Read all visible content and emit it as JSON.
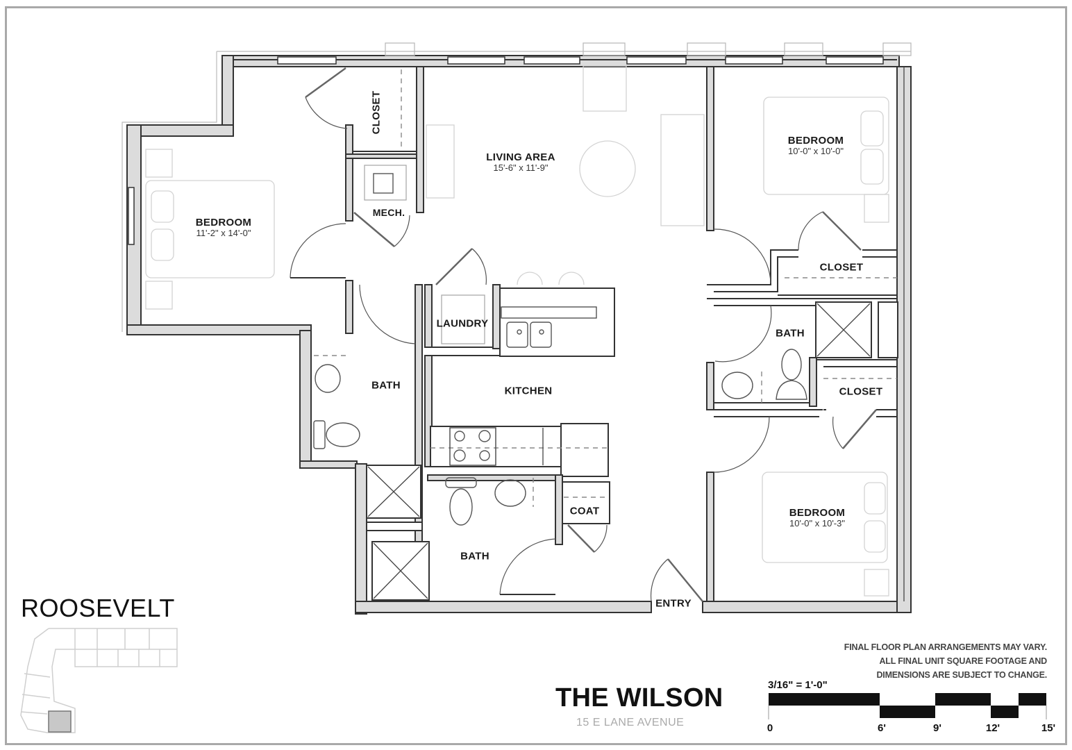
{
  "building": {
    "name": "THE WILSON",
    "address": "15 E LANE AVENUE"
  },
  "unit": {
    "name": "ROOSEVELT",
    "key_plan": {
      "highlighted_unit": "bottom-left corner unit",
      "highlight_color": "#c8c8c8"
    }
  },
  "rooms": [
    {
      "id": "bedroom-1",
      "name": "BEDROOM",
      "dimensions": "11'-2\" x 14'-0\""
    },
    {
      "id": "closet-1",
      "name": "CLOSET"
    },
    {
      "id": "mech",
      "name": "MECH."
    },
    {
      "id": "living",
      "name": "LIVING AREA",
      "dimensions": "15'-6\" x 11'-9\""
    },
    {
      "id": "bedroom-2",
      "name": "BEDROOM",
      "dimensions": "10'-0\" x 10'-0\""
    },
    {
      "id": "closet-2",
      "name": "CLOSET"
    },
    {
      "id": "bath-right",
      "name": "BATH"
    },
    {
      "id": "closet-3",
      "name": "CLOSET"
    },
    {
      "id": "bedroom-3",
      "name": "BEDROOM",
      "dimensions": "10'-0\" x 10'-3\""
    },
    {
      "id": "laundry",
      "name": "LAUNDRY"
    },
    {
      "id": "kitchen",
      "name": "KITCHEN"
    },
    {
      "id": "bath-left",
      "name": "BATH"
    },
    {
      "id": "bath-bottom",
      "name": "BATH"
    },
    {
      "id": "coat",
      "name": "COAT"
    },
    {
      "id": "entry",
      "name": "ENTRY"
    }
  ],
  "disclaimer": [
    "FINAL FLOOR PLAN ARRANGEMENTS MAY VARY.",
    "ALL FINAL UNIT SQUARE FOOTAGE AND",
    "DIMENSIONS ARE SUBJECT TO CHANGE."
  ],
  "scale": {
    "ratio": "3/16\" = 1'-0\"",
    "ticks": [
      "0",
      "6'",
      "9'",
      "12'",
      "15'"
    ]
  },
  "colors": {
    "wall": "#3a3a3a",
    "wall_fill": "#dcdcdc",
    "furniture": "#d0d0d0",
    "frame": "#a9a9a9"
  }
}
